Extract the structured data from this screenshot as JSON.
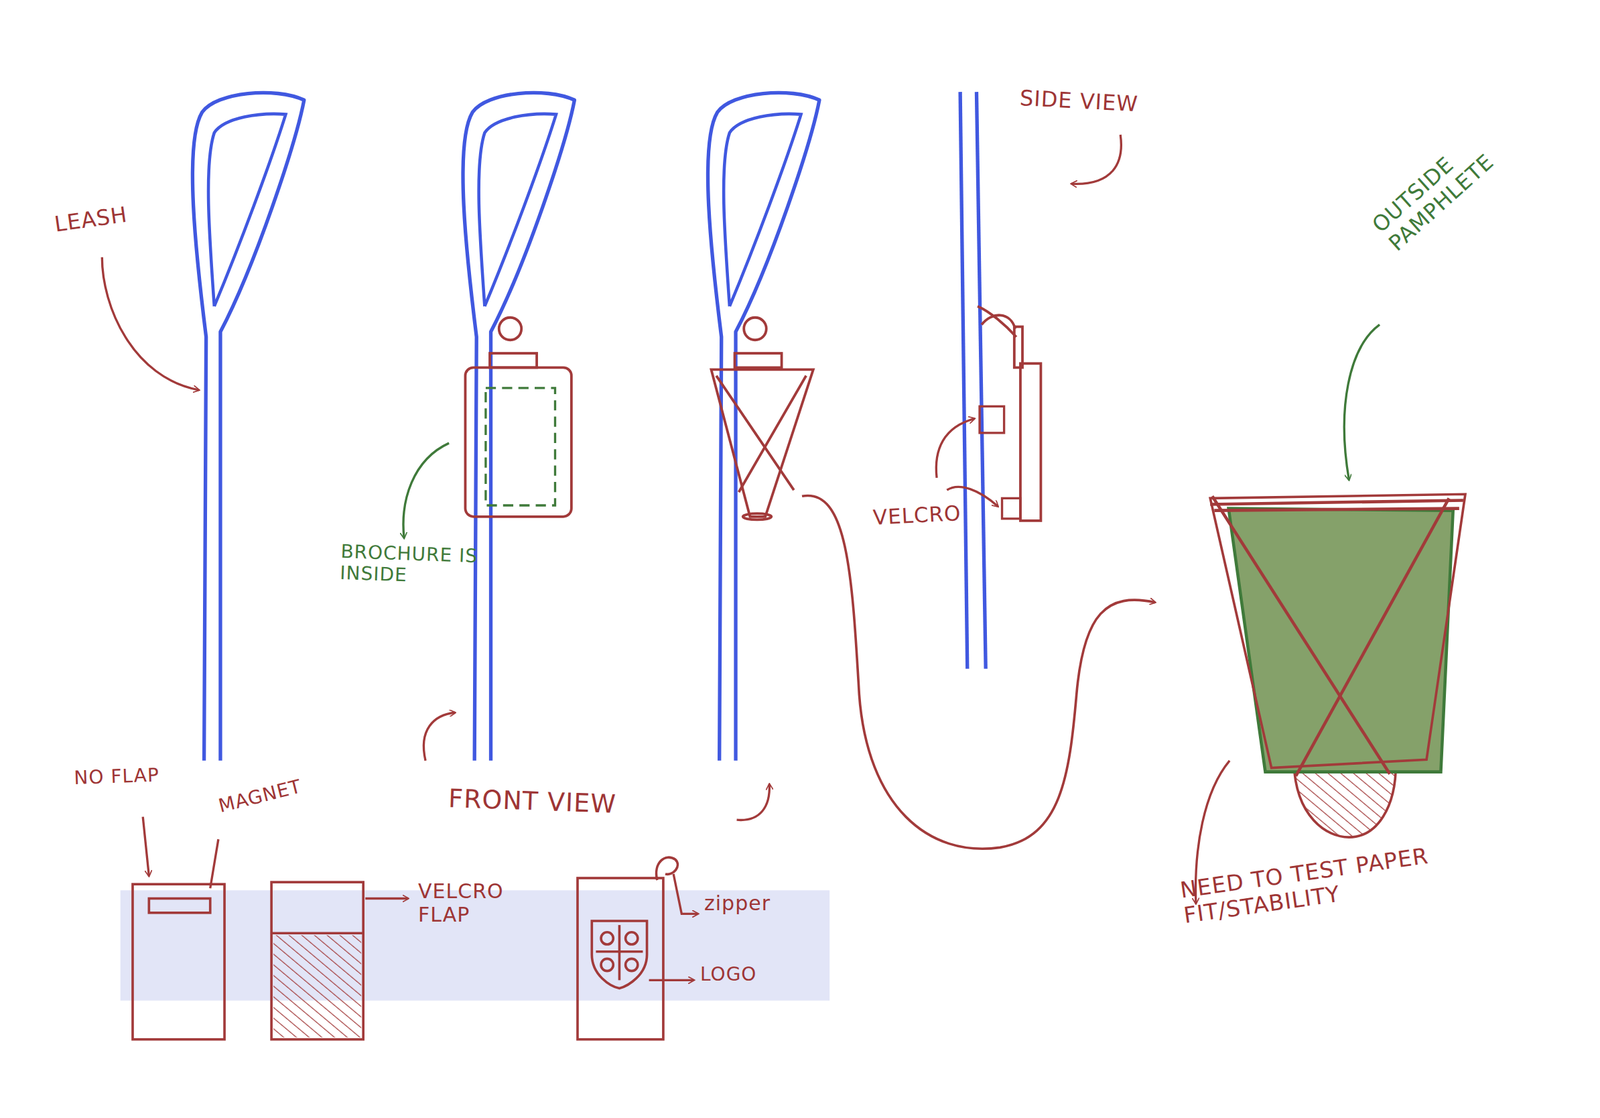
{
  "diagram": {
    "labels": [
      "LEASH",
      "SIDE VIEW",
      "BROCHURE IS INSIDE",
      "VELCRO",
      "OUTSIDE PAMPHLETE",
      "FRONT VIEW",
      "NEED TO TEST PAPER FIT/STABILITY",
      "NO FLAP",
      "MAGNET",
      "VELCRO FLAP",
      "zipper",
      "LOGO"
    ]
  }
}
